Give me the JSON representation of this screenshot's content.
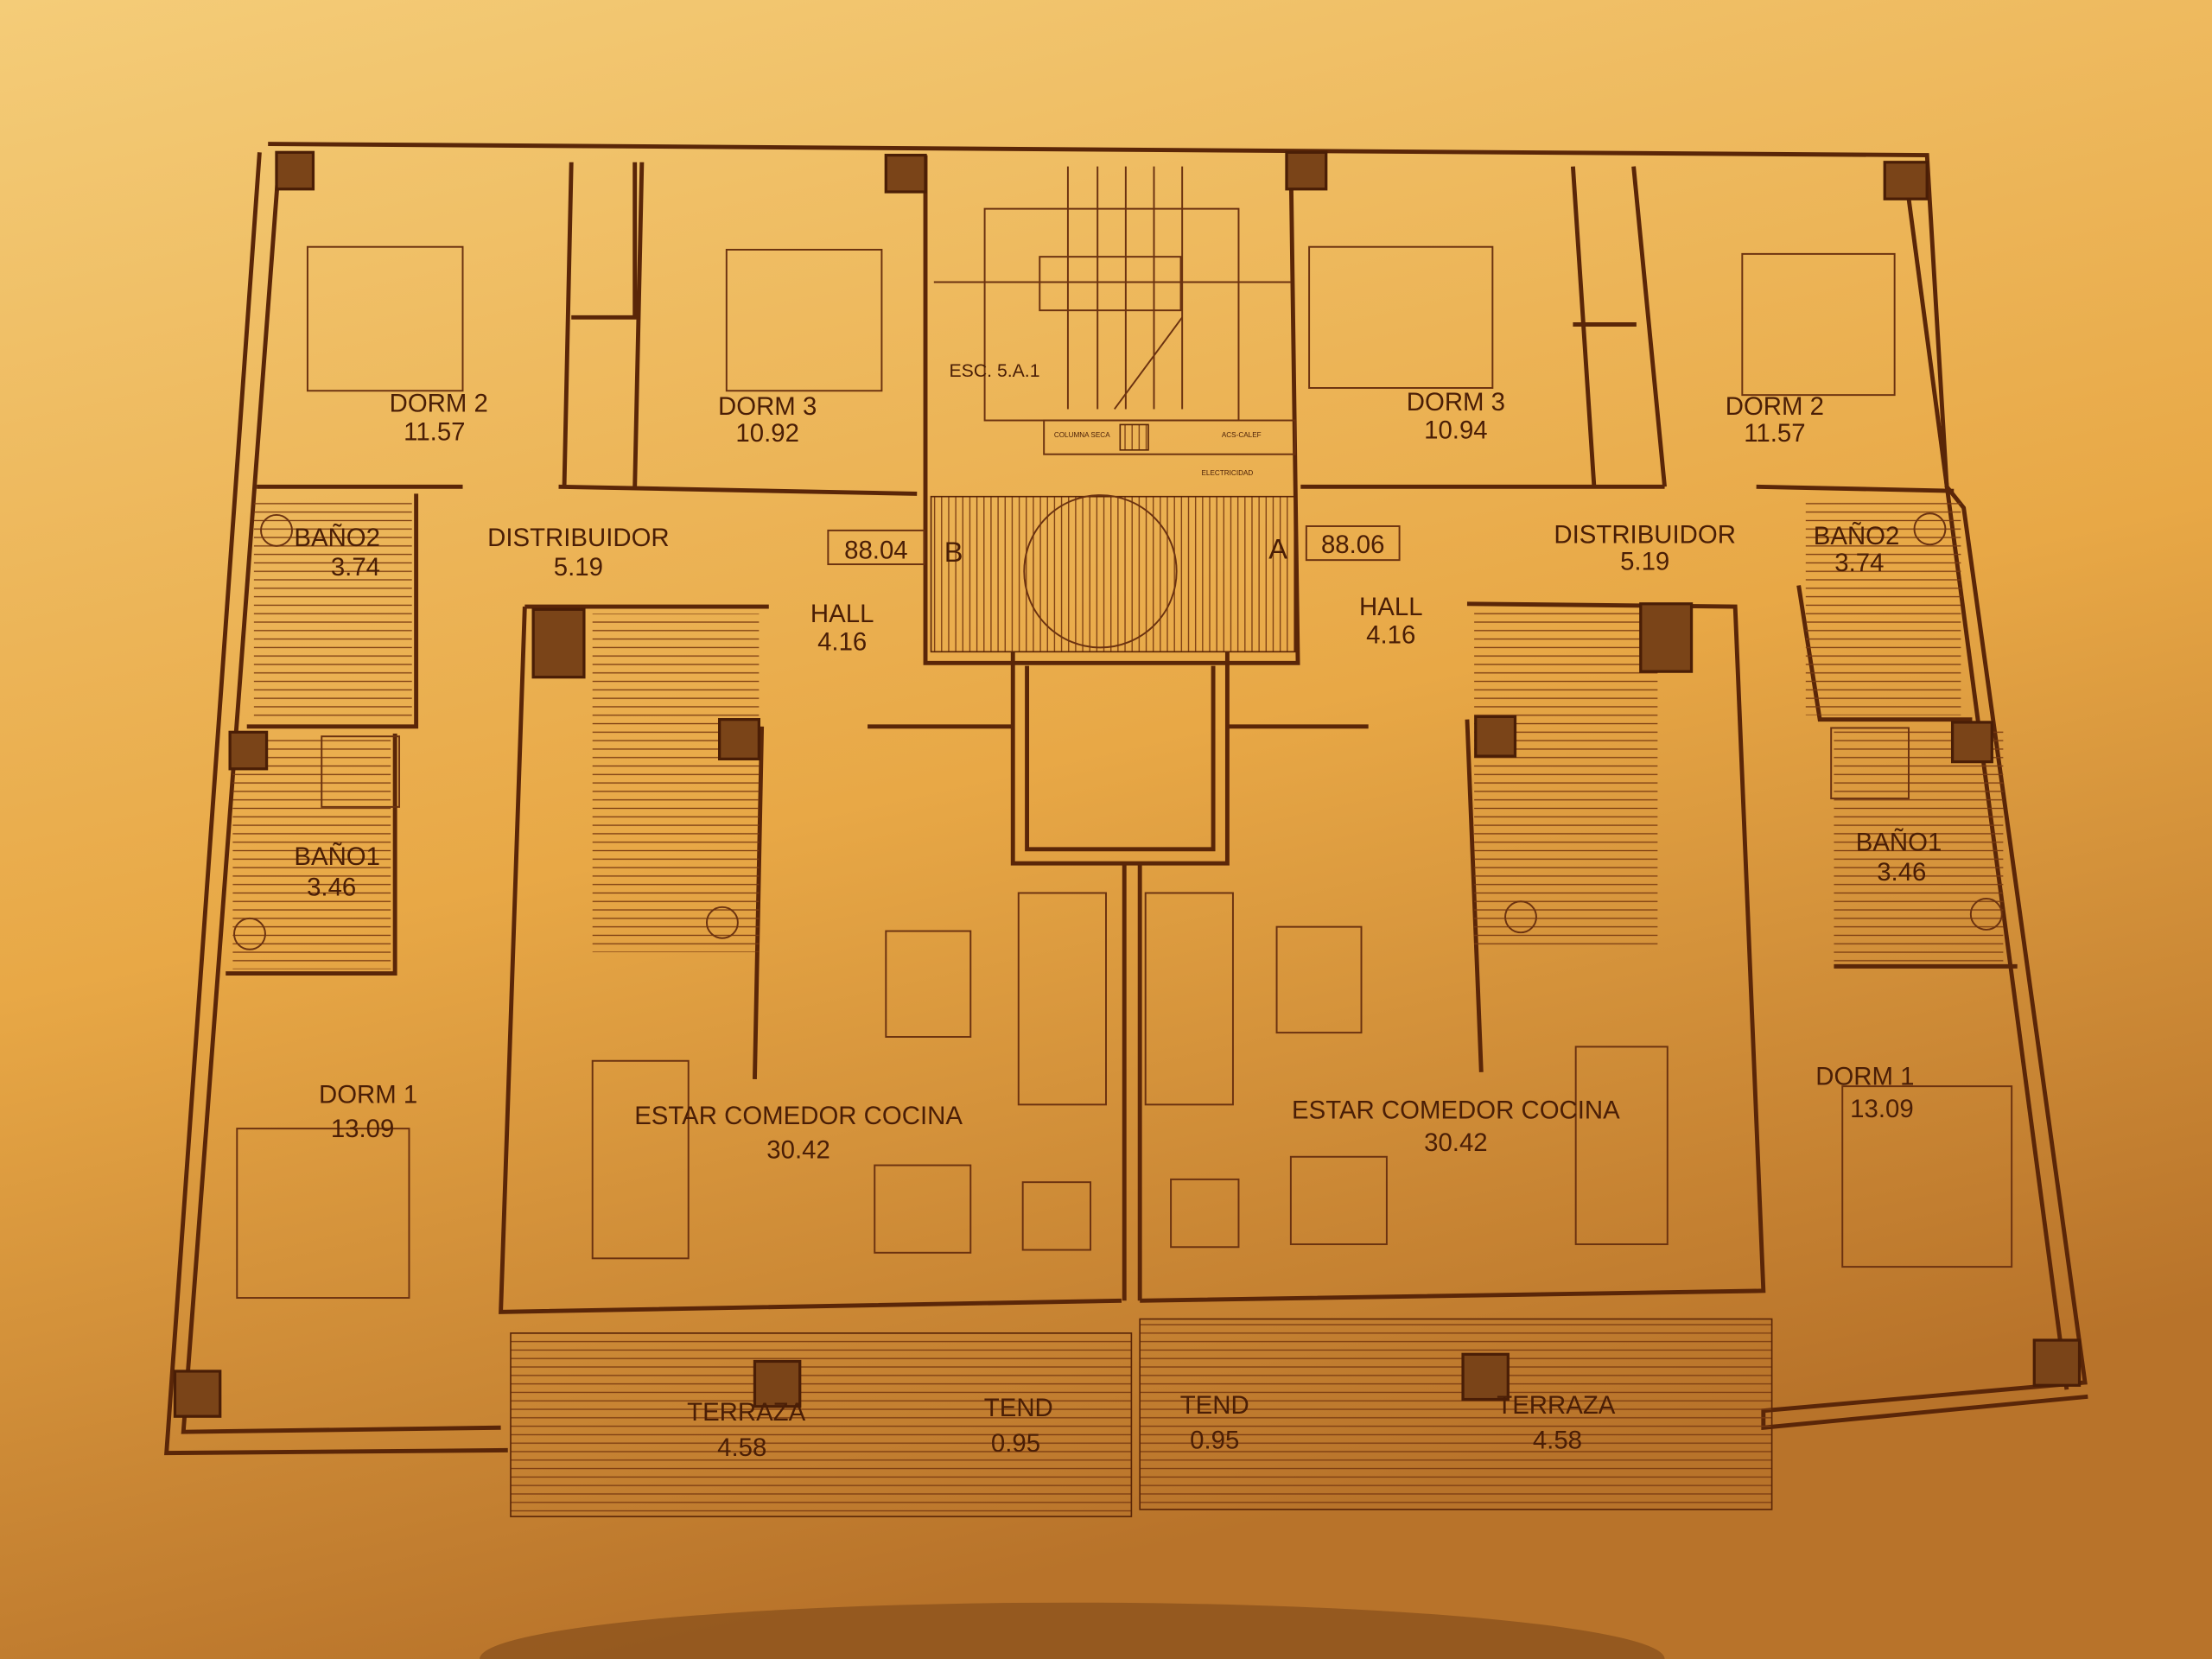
{
  "plan": {
    "stair": {
      "label": "ESC. 5.A.1",
      "columna_seca": "COLUMNA SECA",
      "acs": "ACS-CALEF",
      "electricidad": "ELECTRICIDAD"
    },
    "doors": {
      "b_code": "88.04",
      "b_letter": "B",
      "a_letter": "A",
      "a_code": "88.06"
    },
    "unit_b": {
      "dorm2": {
        "name": "DORM 2",
        "area": "11.57"
      },
      "dorm3": {
        "name": "DORM 3",
        "area": "10.92"
      },
      "bano2": {
        "name": "BAÑO2",
        "area": "3.74"
      },
      "distribuidor": {
        "name": "DISTRIBUIDOR",
        "area": "5.19"
      },
      "hall": {
        "name": "HALL",
        "area": "4.16"
      },
      "bano1": {
        "name": "BAÑO1",
        "area": "3.46"
      },
      "dorm1": {
        "name": "DORM 1",
        "area": "13.09"
      },
      "estar": {
        "name": "ESTAR COMEDOR COCINA",
        "area": "30.42"
      },
      "terraza": {
        "name": "TERRAZA",
        "area": "4.58"
      },
      "tend": {
        "name": "TEND",
        "area": "0.95"
      }
    },
    "unit_a": {
      "dorm3": {
        "name": "DORM 3",
        "area": "10.94"
      },
      "dorm2": {
        "name": "DORM 2",
        "area": "11.57"
      },
      "distribuidor": {
        "name": "DISTRIBUIDOR",
        "area": "5.19"
      },
      "bano2": {
        "name": "BAÑO2",
        "area": "3.74"
      },
      "hall": {
        "name": "HALL",
        "area": "4.16"
      },
      "bano1": {
        "name": "BAÑO1",
        "area": "3.46"
      },
      "dorm1": {
        "name": "DORM 1",
        "area": "13.09"
      },
      "estar": {
        "name": "ESTAR COMEDOR COCINA",
        "area": "30.42"
      },
      "tend": {
        "name": "TEND",
        "area": "0.95"
      },
      "terraza": {
        "name": "TERRAZA",
        "area": "4.58"
      }
    }
  },
  "colors": {
    "paper_light": "#f2c468",
    "paper_dark": "#a8661f",
    "ink": "#5a2608"
  }
}
